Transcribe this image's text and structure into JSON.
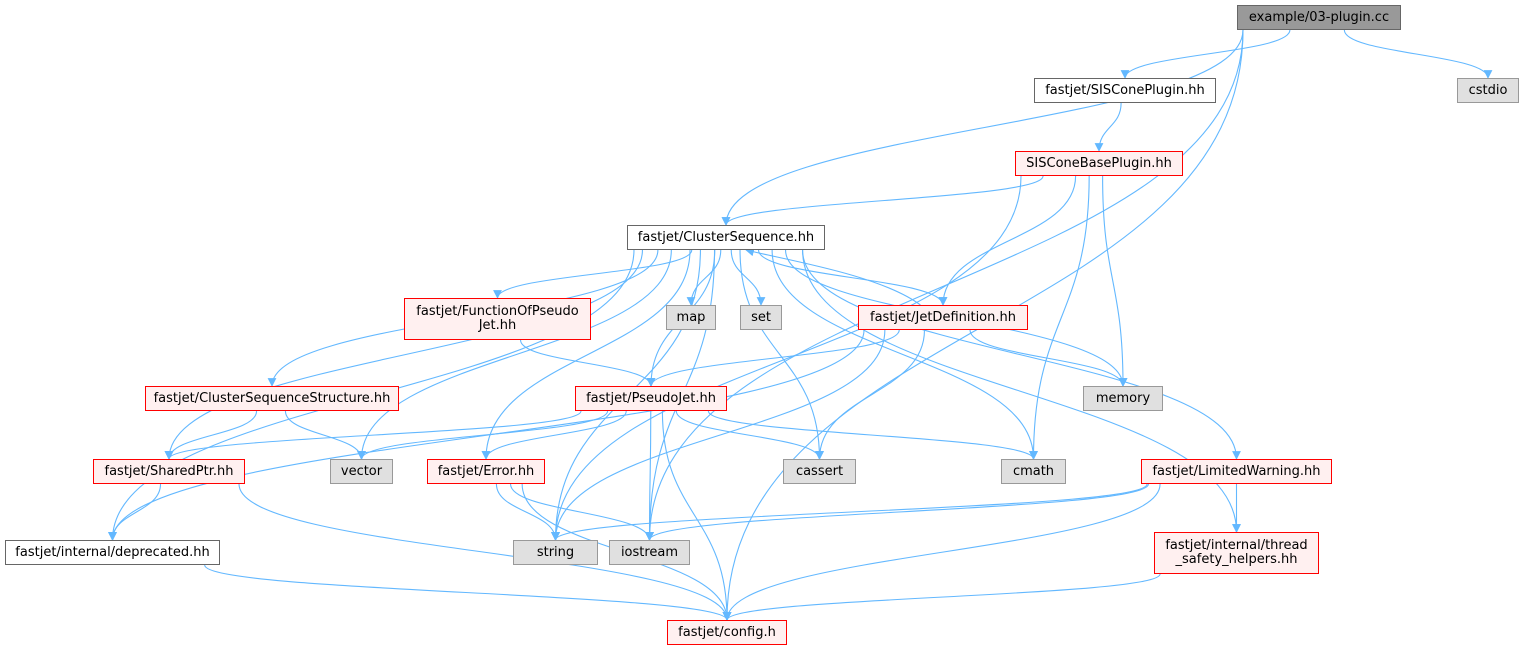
{
  "colors": {
    "edge": "#63b8ff",
    "root_fill": "#999999",
    "root_border": "#666666",
    "doc_border": "#666666",
    "red_fill": "#fff0f0",
    "red_border": "#ff0000",
    "sys_fill": "#e0e0e0",
    "sys_border": "#999999"
  },
  "nodes": {
    "root": {
      "label": "example/03-plugin.cc",
      "kind": "root"
    },
    "siscone_plugin": {
      "label": "fastjet/SISConePlugin.hh",
      "kind": "doc"
    },
    "cstdio": {
      "label": "cstdio",
      "kind": "sys"
    },
    "siscone_base": {
      "label": "SISConeBasePlugin.hh",
      "kind": "red"
    },
    "cluster_sequence": {
      "label": "fastjet/ClusterSequence.hh",
      "kind": "doc"
    },
    "function_of_pj": {
      "label": "fastjet/FunctionOfPseudo\nJet.hh",
      "kind": "red"
    },
    "map": {
      "label": "map",
      "kind": "sys"
    },
    "set": {
      "label": "set",
      "kind": "sys"
    },
    "jet_definition": {
      "label": "fastjet/JetDefinition.hh",
      "kind": "red"
    },
    "memory": {
      "label": "memory",
      "kind": "sys"
    },
    "cs_structure": {
      "label": "fastjet/ClusterSequenceStructure.hh",
      "kind": "red"
    },
    "pseudojet": {
      "label": "fastjet/PseudoJet.hh",
      "kind": "red"
    },
    "shared_ptr": {
      "label": "fastjet/SharedPtr.hh",
      "kind": "red"
    },
    "vector": {
      "label": "vector",
      "kind": "sys"
    },
    "error": {
      "label": "fastjet/Error.hh",
      "kind": "red"
    },
    "cassert": {
      "label": "cassert",
      "kind": "sys"
    },
    "cmath": {
      "label": "cmath",
      "kind": "sys"
    },
    "limited_warning": {
      "label": "fastjet/LimitedWarning.hh",
      "kind": "red"
    },
    "deprecated": {
      "label": "fastjet/internal/deprecated.hh",
      "kind": "doc"
    },
    "string": {
      "label": "string",
      "kind": "sys"
    },
    "iostream": {
      "label": "iostream",
      "kind": "sys"
    },
    "thread_safety": {
      "label": "fastjet/internal/thread\n_safety_helpers.hh",
      "kind": "red"
    },
    "config": {
      "label": "fastjet/config.h",
      "kind": "red"
    }
  },
  "edges": [
    [
      "root",
      "cluster_sequence"
    ],
    [
      "root",
      "siscone_plugin"
    ],
    [
      "root",
      "cstdio"
    ],
    [
      "root",
      "iostream"
    ],
    [
      "root",
      "config"
    ],
    [
      "siscone_plugin",
      "siscone_base"
    ],
    [
      "siscone_base",
      "cluster_sequence"
    ],
    [
      "siscone_base",
      "jet_definition"
    ],
    [
      "siscone_base",
      "memory"
    ],
    [
      "siscone_base",
      "cmath"
    ],
    [
      "siscone_base",
      "string"
    ],
    [
      "cluster_sequence",
      "function_of_pj"
    ],
    [
      "cluster_sequence",
      "map"
    ],
    [
      "cluster_sequence",
      "set"
    ],
    [
      "cluster_sequence",
      "jet_definition"
    ],
    [
      "cluster_sequence",
      "memory"
    ],
    [
      "cluster_sequence",
      "cs_structure"
    ],
    [
      "cluster_sequence",
      "pseudojet"
    ],
    [
      "cluster_sequence",
      "shared_ptr"
    ],
    [
      "cluster_sequence",
      "vector"
    ],
    [
      "cluster_sequence",
      "error"
    ],
    [
      "cluster_sequence",
      "cassert"
    ],
    [
      "cluster_sequence",
      "cmath"
    ],
    [
      "cluster_sequence",
      "limited_warning"
    ],
    [
      "cluster_sequence",
      "deprecated"
    ],
    [
      "cluster_sequence",
      "iostream"
    ],
    [
      "cluster_sequence",
      "thread_safety"
    ],
    [
      "cluster_sequence",
      "string"
    ],
    [
      "jet_definition",
      "cluster_sequence"
    ],
    [
      "jet_definition",
      "pseudojet"
    ],
    [
      "jet_definition",
      "memory"
    ],
    [
      "jet_definition",
      "cassert"
    ],
    [
      "jet_definition",
      "string"
    ],
    [
      "jet_definition",
      "deprecated"
    ],
    [
      "function_of_pj",
      "pseudojet"
    ],
    [
      "cs_structure",
      "shared_ptr"
    ],
    [
      "cs_structure",
      "vector"
    ],
    [
      "pseudojet",
      "shared_ptr"
    ],
    [
      "pseudojet",
      "vector"
    ],
    [
      "pseudojet",
      "error"
    ],
    [
      "pseudojet",
      "cassert"
    ],
    [
      "pseudojet",
      "cmath"
    ],
    [
      "pseudojet",
      "iostream"
    ],
    [
      "pseudojet",
      "config"
    ],
    [
      "shared_ptr",
      "deprecated"
    ],
    [
      "shared_ptr",
      "config"
    ],
    [
      "error",
      "string"
    ],
    [
      "error",
      "iostream"
    ],
    [
      "error",
      "config"
    ],
    [
      "limited_warning",
      "string"
    ],
    [
      "limited_warning",
      "iostream"
    ],
    [
      "limited_warning",
      "thread_safety"
    ],
    [
      "limited_warning",
      "config"
    ],
    [
      "deprecated",
      "config"
    ],
    [
      "thread_safety",
      "config"
    ]
  ]
}
